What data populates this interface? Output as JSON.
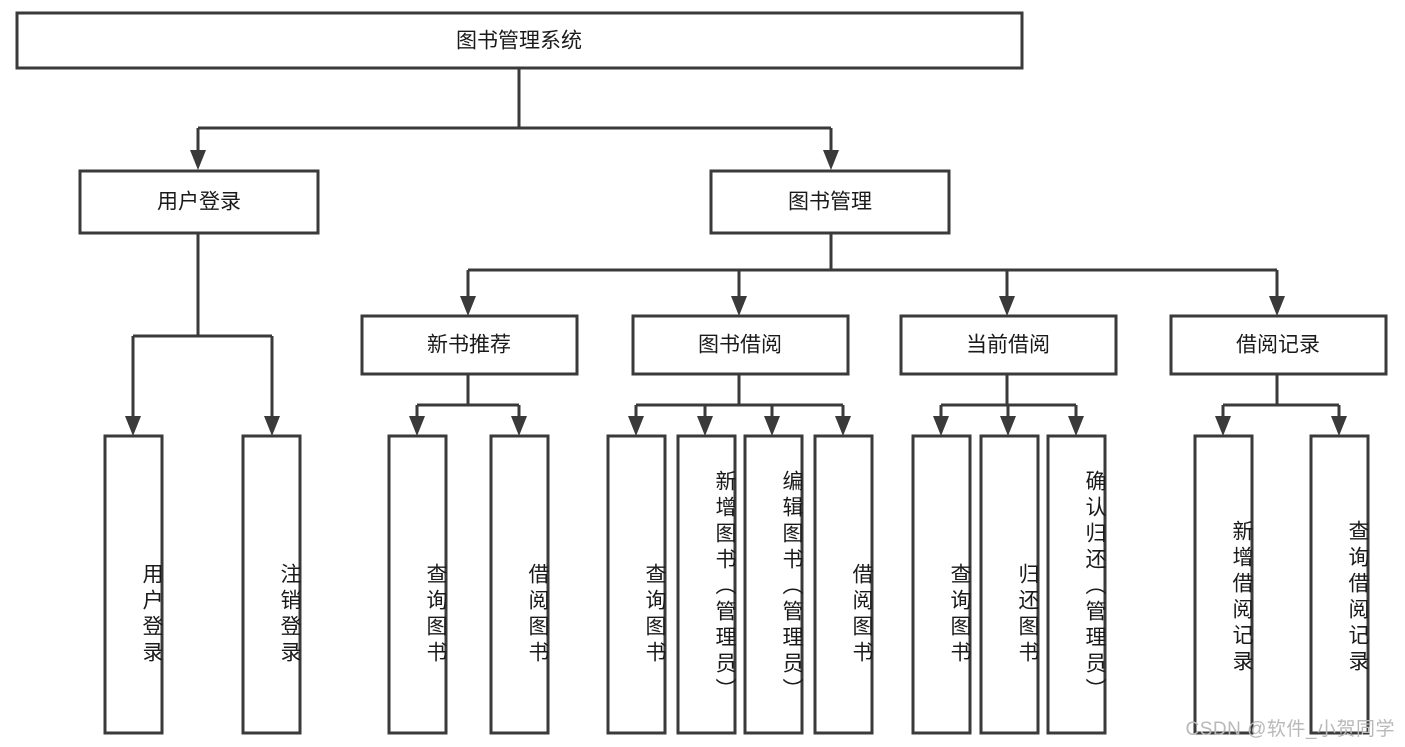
{
  "diagram": {
    "type": "tree-hierarchy-chart",
    "title": "图书管理系统",
    "background_color": "#ffffff",
    "stroke_color": "#3a3a3a",
    "text_color": "#1a1a1a",
    "root": {
      "id": "root",
      "label": "图书管理系统"
    },
    "level2": [
      {
        "id": "user-login",
        "label": "用户登录"
      },
      {
        "id": "book-management",
        "label": "图书管理"
      }
    ],
    "level3": [
      {
        "id": "new-book-recommend",
        "label": "新书推荐",
        "parent": "book-management"
      },
      {
        "id": "book-borrow",
        "label": "图书借阅",
        "parent": "book-management"
      },
      {
        "id": "current-borrow",
        "label": "当前借阅",
        "parent": "book-management"
      },
      {
        "id": "borrow-record",
        "label": "借阅记录",
        "parent": "book-management"
      }
    ],
    "leaves": [
      {
        "id": "leaf-user-login",
        "label": "用户登录",
        "parent": "user-login"
      },
      {
        "id": "leaf-logout-login",
        "label": "注销登录",
        "parent": "user-login"
      },
      {
        "id": "leaf-query-book-1",
        "label": "查询图书",
        "parent": "new-book-recommend"
      },
      {
        "id": "leaf-borrow-book-1",
        "label": "借阅图书",
        "parent": "new-book-recommend"
      },
      {
        "id": "leaf-query-book-2",
        "label": "查询图书",
        "parent": "book-borrow"
      },
      {
        "id": "leaf-add-book",
        "label": "新增图书（管理员）",
        "parent": "book-borrow"
      },
      {
        "id": "leaf-edit-book",
        "label": "编辑图书（管理员）",
        "parent": "book-borrow"
      },
      {
        "id": "leaf-borrow-book-2",
        "label": "借阅图书",
        "parent": "book-borrow"
      },
      {
        "id": "leaf-query-book-3",
        "label": "查询图书",
        "parent": "current-borrow"
      },
      {
        "id": "leaf-return-book",
        "label": "归还图书",
        "parent": "current-borrow"
      },
      {
        "id": "leaf-confirm-return",
        "label": "确认归还（管理员）",
        "parent": "current-borrow"
      },
      {
        "id": "leaf-add-record",
        "label": "新增借阅记录",
        "parent": "borrow-record"
      },
      {
        "id": "leaf-query-record",
        "label": "查询借阅记录",
        "parent": "borrow-record"
      }
    ]
  },
  "watermark": {
    "text": "CSDN @软件_小贺同学"
  }
}
